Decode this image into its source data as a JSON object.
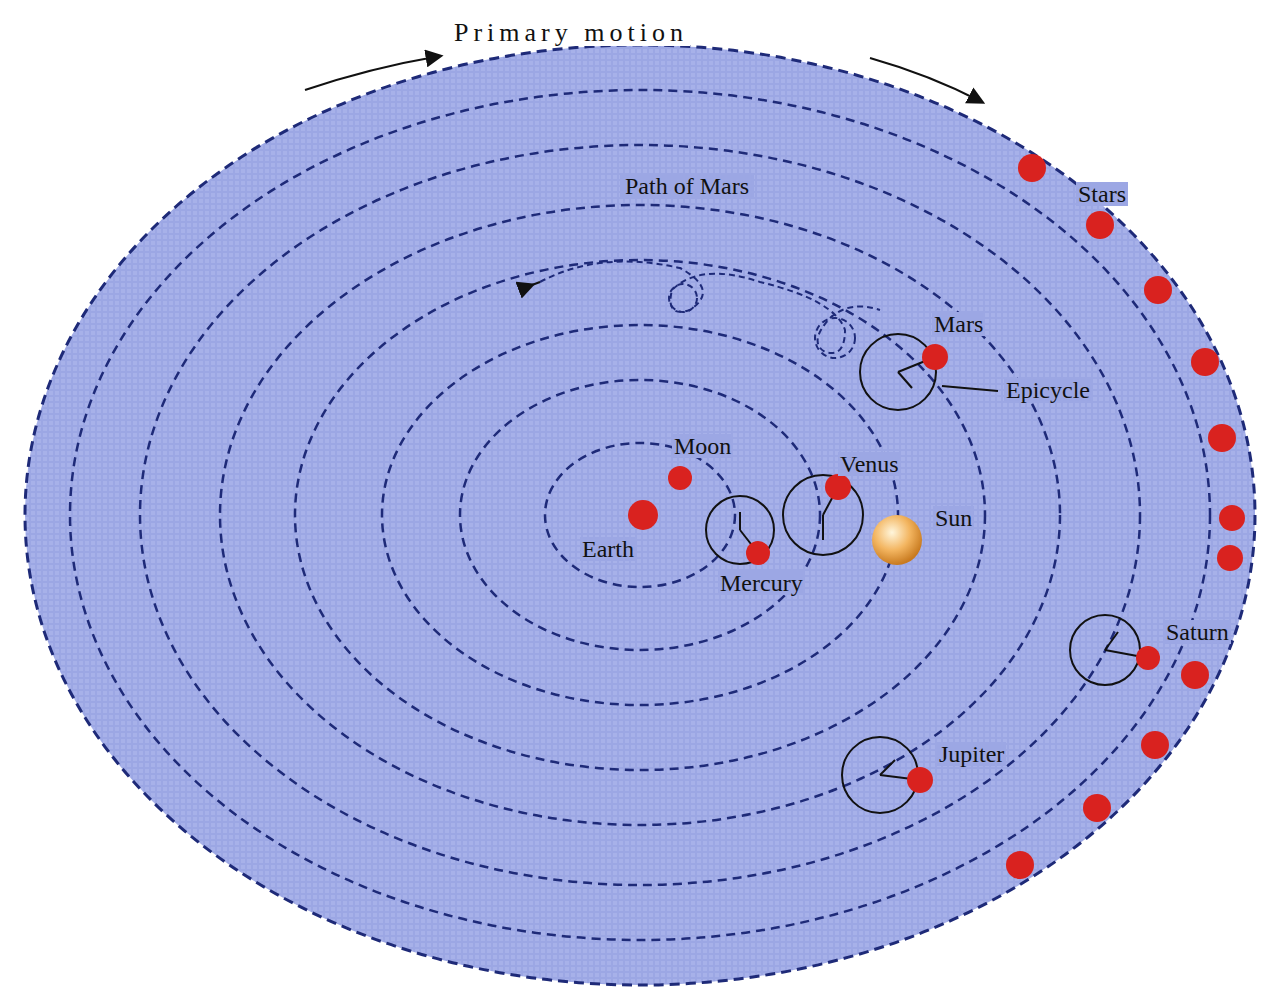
{
  "diagram": {
    "labels": [
      "Primary motion",
      "Path of Mars",
      "Stars",
      "Mars",
      "Epicycle",
      "Moon",
      "Venus",
      "Sun",
      "Earth",
      "Mercury",
      "Saturn",
      "Jupiter"
    ]
  }
}
